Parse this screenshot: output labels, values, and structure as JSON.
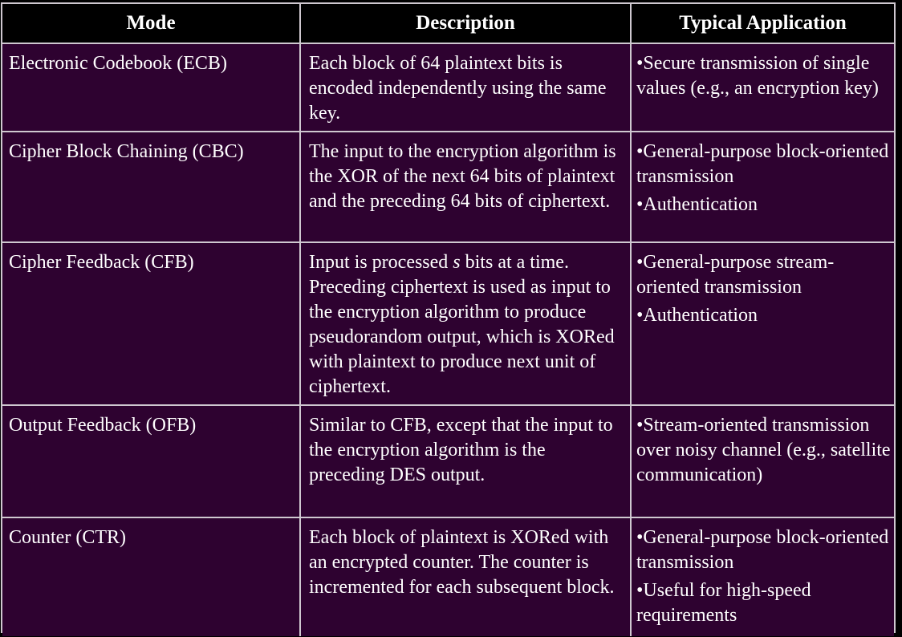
{
  "headers": {
    "mode": "Mode",
    "description": "Description",
    "application": "Typical Application"
  },
  "rows": [
    {
      "mode": "Electronic Codebook (ECB)",
      "description": "Each block of 64 plaintext bits is encoded independently using the same key.",
      "applications": [
        "•Secure transmission of single values (e.g., an encryption key)"
      ]
    },
    {
      "mode": "Cipher Block Chaining (CBC)",
      "description": "The input to the encryption algorithm is the XOR of the next 64 bits of plaintext and the preceding 64 bits of ciphertext.",
      "applications": [
        "•General-purpose block-oriented transmission",
        "•Authentication"
      ]
    },
    {
      "mode": "Cipher Feedback (CFB)",
      "description_pre": "Input is processed ",
      "description_var": "s",
      "description_post": " bits at a time. Preceding ciphertext is used as input to the encryption algorithm to produce pseudorandom output, which is XORed with plaintext to produce next unit of ciphertext.",
      "applications": [
        "•General-purpose stream-oriented transmission",
        "•Authentication"
      ]
    },
    {
      "mode": "Output Feedback (OFB)",
      "description": "Similar to CFB, except that the input to the encryption algorithm is the preceding DES output.",
      "applications": [
        "•Stream-oriented transmission over noisy channel (e.g., satellite communication)"
      ]
    },
    {
      "mode": "Counter (CTR)",
      "description": "Each block of plaintext is XORed with an encrypted counter. The counter is incremented for each subsequent block.",
      "applications": [
        "•General-purpose block-oriented transmission",
        "•Useful for high-speed requirements"
      ]
    }
  ],
  "colors": {
    "header_bg": "#000000",
    "body_bg": "#2e0230",
    "border": "#cfc8d0",
    "text": "#ffffff"
  }
}
